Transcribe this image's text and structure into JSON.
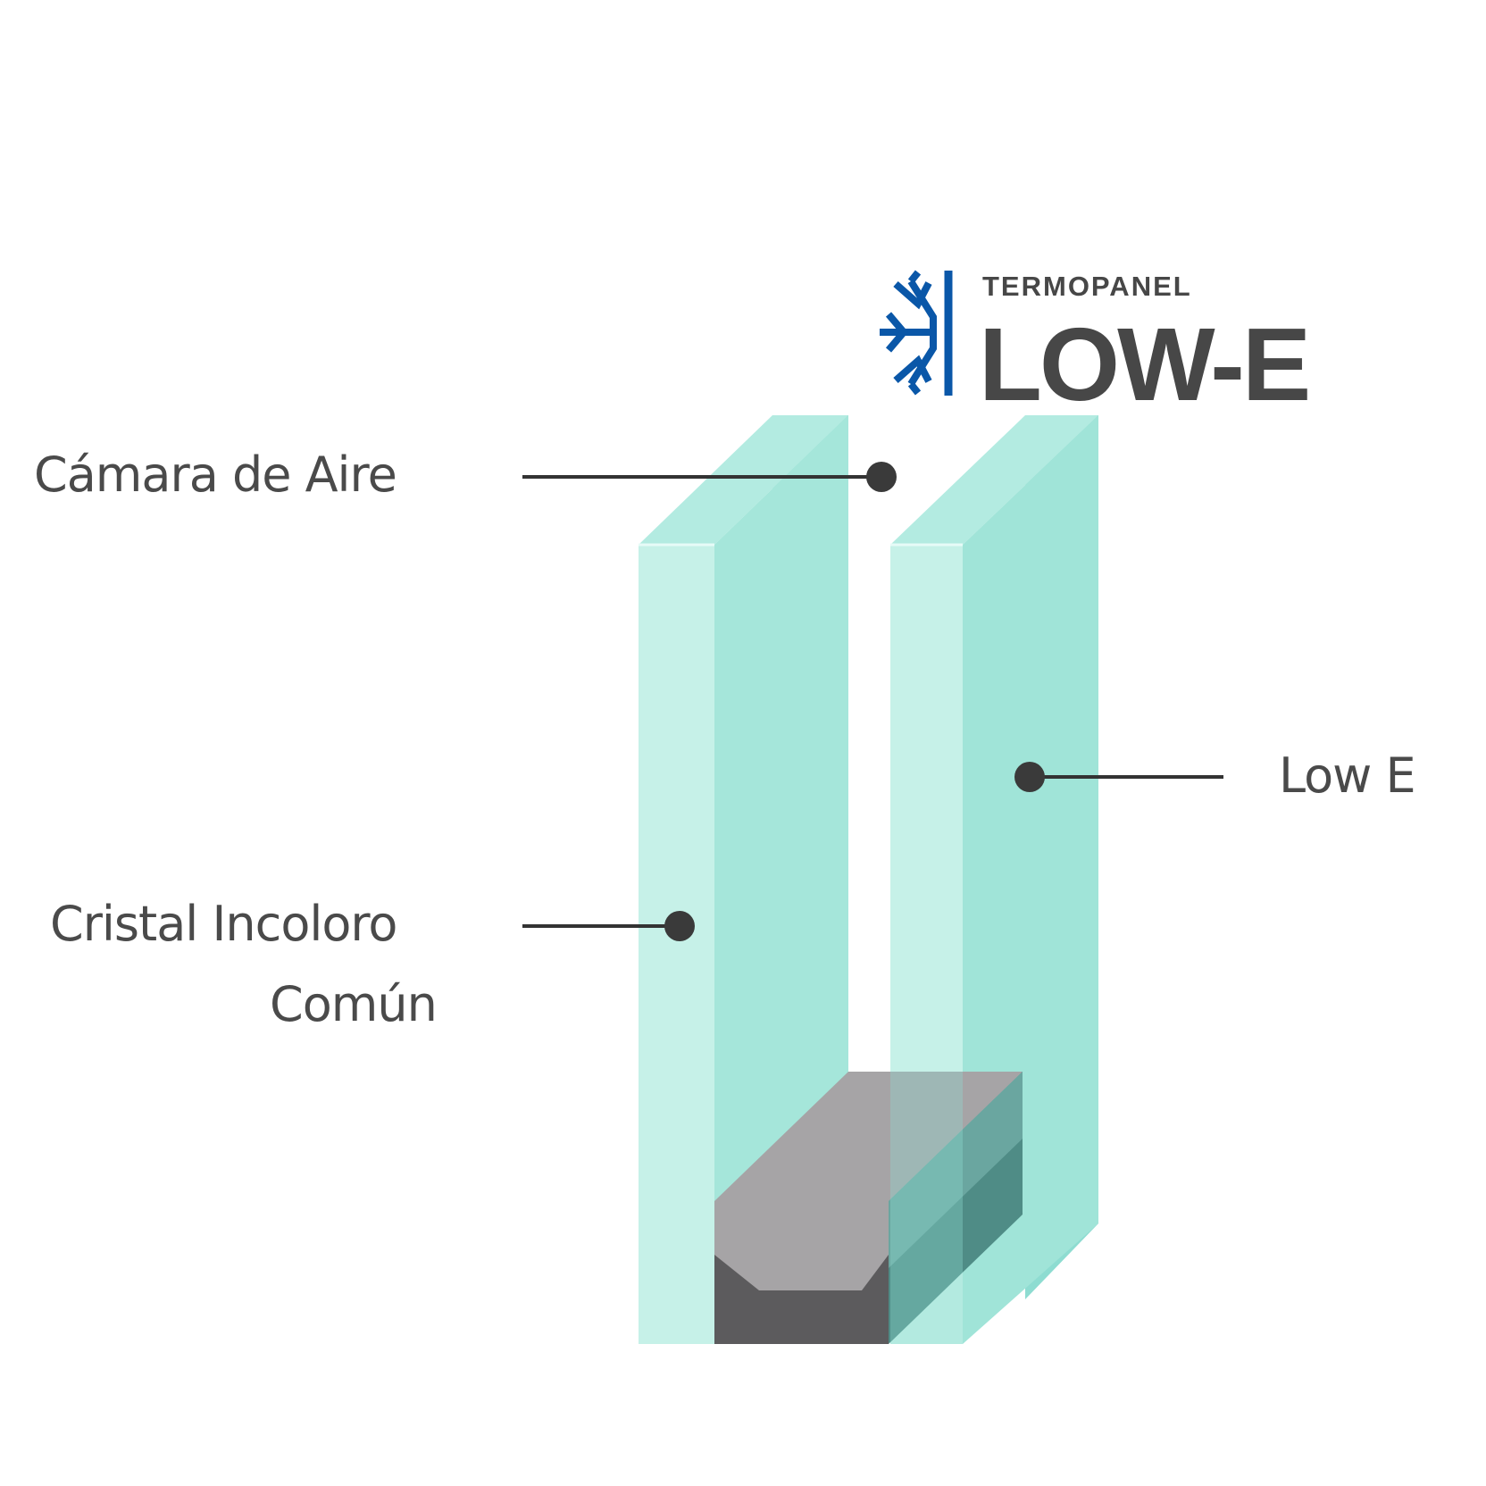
{
  "logo": {
    "icon": "snowflake-icon",
    "subtitle": "TERMOPANEL",
    "title": "LOW-E",
    "accent_color": "#0a57a8",
    "text_color": "#474747"
  },
  "callouts": [
    {
      "id": "air-chamber",
      "label": "Cámara de Aire"
    },
    {
      "id": "low-e",
      "label": "Low E"
    },
    {
      "id": "clear-glass",
      "label_line1": "Cristal Incoloro",
      "label_line2": "Común"
    }
  ],
  "colors": {
    "glass_front": "#c6f1e8",
    "glass_side": "#a5e6da",
    "glass_back": "#8edcd1",
    "glass_top": "#b3ebe1",
    "spacer_top": "#a6a4a6",
    "spacer_front": "#5c5b5d",
    "spacer_side": "#4f8c86",
    "leader_line": "#333333"
  }
}
